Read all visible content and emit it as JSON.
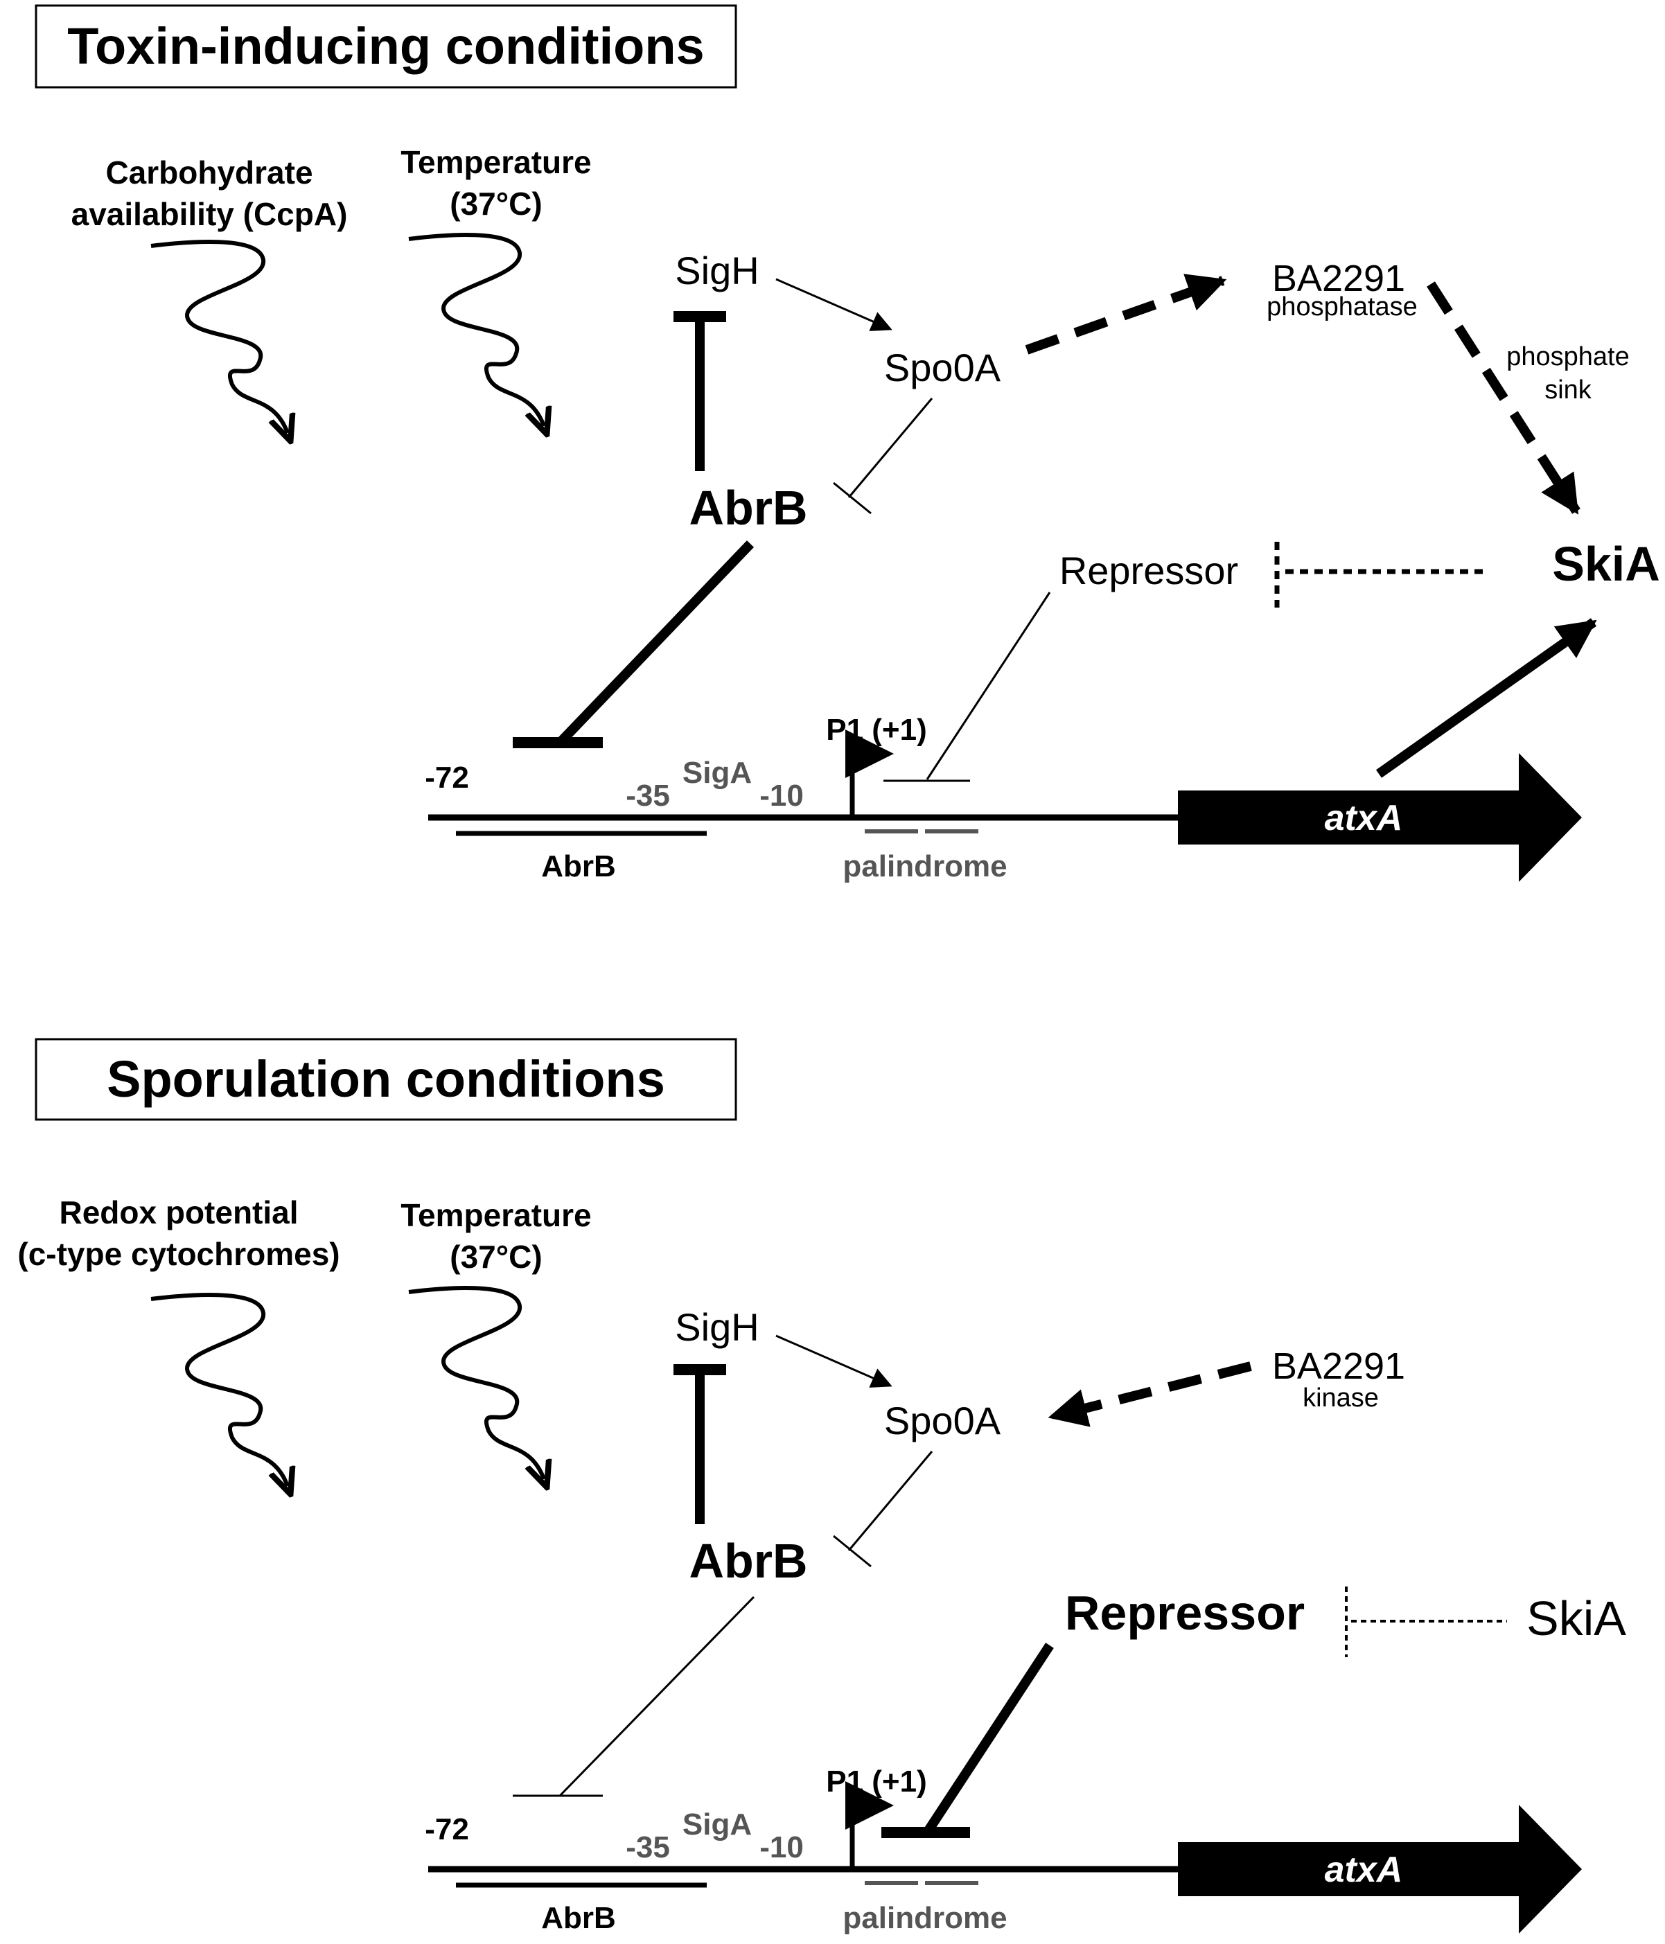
{
  "top": {
    "title": "Toxin-inducing conditions",
    "signals": {
      "a_line1": "Carbohydrate",
      "a_line2": "availability (CcpA)",
      "b_line1": "Temperature",
      "b_line2": "(37°C)"
    },
    "nodes": {
      "sigh": "SigH",
      "spo0a": "Spo0A",
      "abrb": "AbrB",
      "ba2291": "BA2291",
      "ba2291_role": "phosphatase",
      "sink_line1": "phosphate",
      "sink_line2": "sink",
      "repressor": "Repressor",
      "skia": "SkiA"
    },
    "promoter": {
      "p1": "P1 (+1)",
      "m72": "-72",
      "m35": "-35",
      "siga": "SigA",
      "m10": "-10",
      "abrb_site": "AbrB",
      "palindrome": "palindrome",
      "gene": "atxA"
    }
  },
  "bottom": {
    "title": "Sporulation conditions",
    "signals": {
      "a_line1": "Redox potential",
      "a_line2": "(c-type cytochromes)",
      "b_line1": "Temperature",
      "b_line2": "(37°C)"
    },
    "nodes": {
      "sigh": "SigH",
      "spo0a": "Spo0A",
      "abrb": "AbrB",
      "ba2291": "BA2291",
      "ba2291_role": "kinase",
      "repressor": "Repressor",
      "skia": "SkiA"
    },
    "promoter": {
      "p1": "P1 (+1)",
      "m72": "-72",
      "m35": "-35",
      "siga": "SigA",
      "m10": "-10",
      "abrb_site": "AbrB",
      "palindrome": "palindrome",
      "gene": "atxA"
    }
  }
}
